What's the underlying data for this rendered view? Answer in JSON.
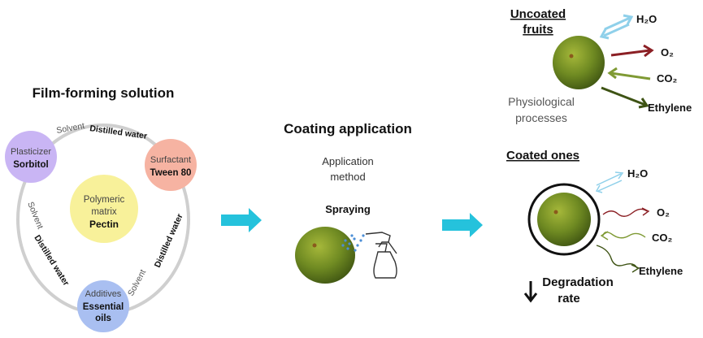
{
  "film_forming": {
    "title": "Film-forming solution",
    "plasticizer": {
      "role": "Plasticizer",
      "name": "Sorbitol",
      "color": "#c9b5f4"
    },
    "surfactant": {
      "role": "Surfactant",
      "name": "Tween 80",
      "color": "#f6b3a2"
    },
    "matrix": {
      "line1": "Polymeric",
      "line2": "matrix",
      "name": "Pectin",
      "color": "#f8f19a"
    },
    "additives": {
      "role": "Additives",
      "line1": "Essential",
      "line2": "oils",
      "color": "#a9bff1"
    },
    "solvent_word": "Solvent",
    "solvent_name": "Distilled water"
  },
  "coating": {
    "title": "Coating application",
    "method_line1": "Application",
    "method_line2": "method",
    "method": "Spraying"
  },
  "uncoated": {
    "title_line1": "Uncoated",
    "title_line2": "fruits",
    "h2o": "H₂O",
    "o2": "O₂",
    "co2": "CO₂",
    "ethylene": "Ethylene",
    "processes_line1": "Physiological",
    "processes_line2": "processes"
  },
  "coated": {
    "title": "Coated ones",
    "h2o": "H₂O",
    "o2": "O₂",
    "co2": "CO₂",
    "ethylene": "Ethylene",
    "degradation_line1": "Degradation",
    "degradation_line2": "rate"
  },
  "colors": {
    "flow_arrow": "#25c2dc",
    "h2o": "#8fd0ea",
    "o2": "#8b1f24",
    "co2": "#7f9a34",
    "ethylene": "#3e5314",
    "fruit": "#7a9a2e"
  }
}
